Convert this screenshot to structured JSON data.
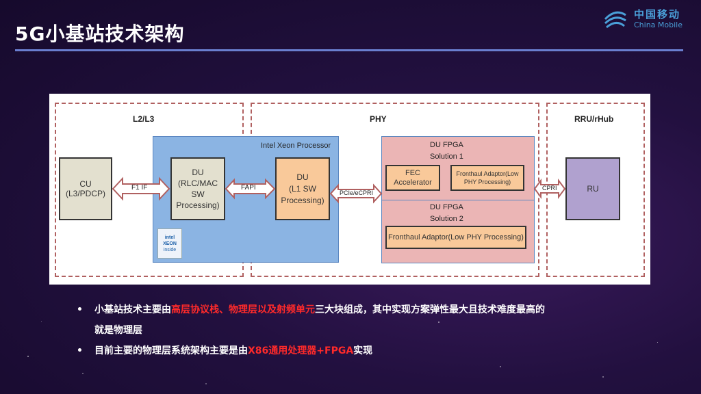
{
  "slide": {
    "title": "5G小基站技术架构",
    "logo": {
      "cn": "中国移动",
      "en": "China Mobile"
    }
  },
  "diagram": {
    "zones": {
      "l2l3": "L2/L3",
      "phy": "PHY",
      "rru": "RRU/rHub"
    },
    "cu": {
      "line1": "CU",
      "line2": "(L3/PDCP)"
    },
    "f1_if": "F1 IF",
    "du_rlc": {
      "line1": "DU",
      "line2": "(RLC/MAC",
      "line3": "SW",
      "line4": "Processing)"
    },
    "xeon_badge": {
      "line1": "intel",
      "line2": "XEON",
      "line3": "inside"
    },
    "fapi": "FAPI",
    "intel_xeon_label": "Intel Xeon Processor",
    "du_l1": {
      "line1": "DU",
      "line2": "(L1 SW",
      "line3": "Processing)"
    },
    "pcie": "PCIe/eCPRI",
    "fpga1": {
      "title1": "DU FPGA",
      "title2": "Solution 1",
      "fec1": "FEC",
      "fec2": "Accelerator",
      "fronthaul1": "Fronthaul Adaptor(Low",
      "fronthaul2": "PHY Processing)"
    },
    "fpga2": {
      "title1": "DU FPGA",
      "title2": "Solution 2",
      "fronthaul": "Fronthaul Adaptor(Low PHY Processing)"
    },
    "cpri": "CPRI",
    "ru": "RU"
  },
  "bullets": [
    {
      "pre": "小基站技术主要由",
      "highlight": "高层协议栈、物理层以及射频单元",
      "post": "三大块组成，其中实现方案弹性最大且技术难度最高的",
      "line2": "就是物理层"
    },
    {
      "pre": "目前主要的物理层系统架构主要是由",
      "highlight": "X86通用处理器+FPGA",
      "post": "实现"
    }
  ],
  "bullet_symbol": "•"
}
